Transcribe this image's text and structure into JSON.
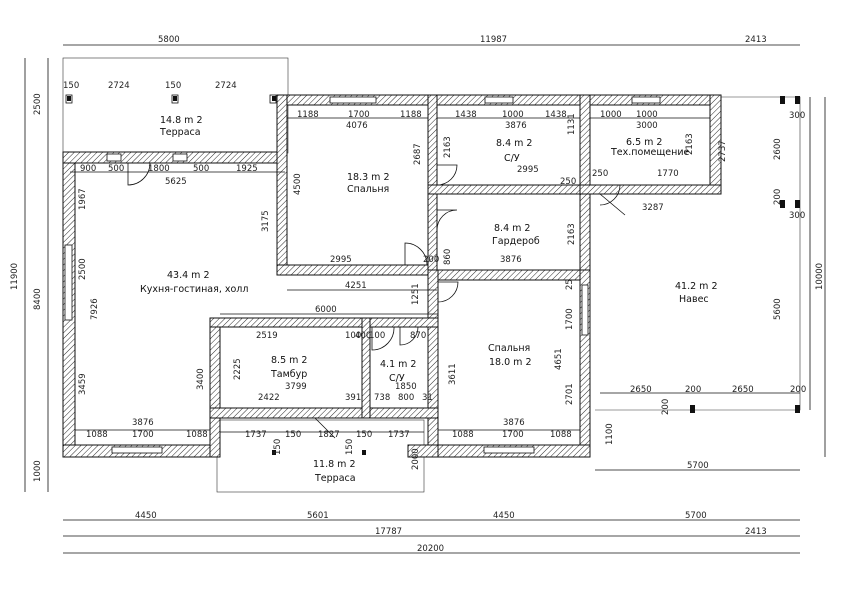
{
  "rooms": {
    "terrace_top": {
      "area": "14.8 m 2",
      "name": "Терраса"
    },
    "bedroom1": {
      "area": "18.3 m 2",
      "name": "Спальня"
    },
    "bath1": {
      "area": "8.4 m 2",
      "name": "С/У"
    },
    "tech": {
      "area": "6.5 m 2",
      "name": "Тех.помещение"
    },
    "wardrobe": {
      "area": "8.4 m 2",
      "name": "Гардероб"
    },
    "kitchen": {
      "area": "43.4 m 2",
      "name": "Кухня-гостиная, холл"
    },
    "canopy": {
      "area": "41.2 m 2",
      "name": "Навес"
    },
    "vestibule": {
      "area": "8.5 m 2",
      "name": "Тамбур"
    },
    "bath2": {
      "area": "4.1 m 2",
      "name": "С/У"
    },
    "bedroom2": {
      "area": "18.0 m 2",
      "name": "Спальня"
    },
    "terrace_bottom": {
      "area": "11.8 m 2",
      "name": "Терраса"
    }
  },
  "dims": {
    "top_5800": "5800",
    "top_11987": "11987",
    "top_2413": "2413",
    "t_150a": "150",
    "t_2724a": "2724",
    "t_150b": "150",
    "t_2724b": "2724",
    "b1_1188a": "1188",
    "b1_1700": "1700",
    "b1_1188b": "1188",
    "b1_4076": "4076",
    "c1_1438a": "1438",
    "c1_1000": "1000",
    "c1_1438b": "1438",
    "c1_3876": "3876",
    "d1_1000a": "1000",
    "d1_1000b": "1000",
    "d1_3000": "3000",
    "k_900": "900",
    "k_500a": "500",
    "k_1800": "1800",
    "k_500b": "500",
    "k_1925": "1925",
    "k_5625": "5625",
    "v_2687": "2687",
    "v_4500": "4500",
    "v_3175": "3175",
    "v_2163a": "2163",
    "v_1131": "1131",
    "v_2163b": "2163",
    "h_2995a": "2995",
    "h_1770": "1770",
    "h_250a": "250",
    "h_250b": "250",
    "h_3287": "3287",
    "w_2163": "2163",
    "w_3876": "3876",
    "h_2995b": "2995",
    "h_200a": "200",
    "v_860": "860",
    "h_4251": "4251",
    "v_1251": "1251",
    "h_6000": "6000",
    "tb_2519": "2519",
    "tb_100a": "100",
    "tb_400": "400",
    "tb_100b": "100",
    "tb_870": "870",
    "tb_2225": "2225",
    "tb_3799": "3799",
    "tb_2422": "2422",
    "tb_391": "391",
    "tb_738": "738",
    "tb_800": "800",
    "tb_31": "31",
    "tb_1850": "1850",
    "v_3400": "3400",
    "v_3459": "3459",
    "v_7926": "7926",
    "v_2500": "2500",
    "v_1967": "1967",
    "s2_1700": "1700",
    "s2_4651": "4651",
    "s2_2701": "2701",
    "s2_3611": "3611",
    "s2_25": "25",
    "bot_3876a": "3876",
    "bot_1088a": "1088",
    "bot_1700a": "1700",
    "bot_1088b": "1088",
    "bot_3876b": "3876",
    "bot_1088c": "1088",
    "bot_1700b": "1700",
    "bot_1088d": "1088",
    "tr_1737a": "1737",
    "tr_150a": "150",
    "tr_1827": "1827",
    "tr_150b": "150",
    "tr_1737b": "1737",
    "tr_150c": "150",
    "tr_150d": "150",
    "v_2000": "2000",
    "v_1100": "1100",
    "nav_2650a": "2650",
    "nav_200a": "200",
    "nav_2650b": "2650",
    "nav_200b": "200",
    "nav_5700": "5700",
    "nav_5600": "5600",
    "nav_2737": "2737",
    "nav_2600": "2600",
    "nav_200v1": "200",
    "nav_200v2": "200",
    "nav_300a": "300",
    "nav_300b": "300",
    "nav_10000": "10000",
    "l_2500": "2500",
    "l_8400": "8400",
    "l_1000": "1000",
    "l_11900": "11900",
    "b_4450a": "4450",
    "b_5601": "5601",
    "b_4450b": "4450",
    "b_5700": "5700",
    "b_17787": "17787",
    "b_2413": "2413",
    "b_20200": "20200"
  }
}
